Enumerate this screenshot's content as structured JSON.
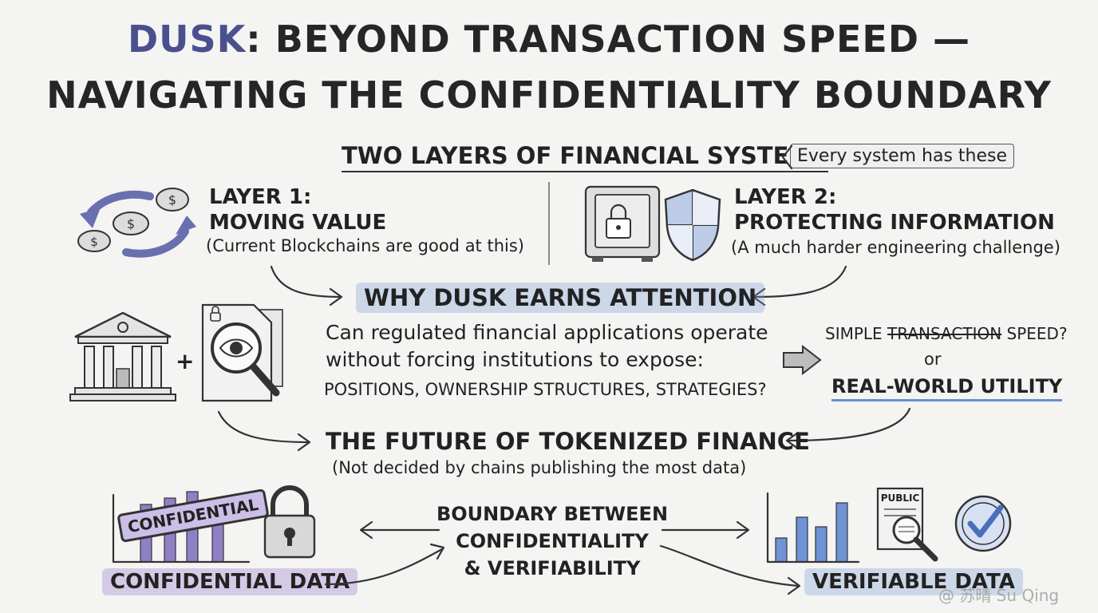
{
  "title": {
    "brand": "DUSK",
    "rest_line1": ": BEYOND TRANSACTION SPEED —",
    "line2": "NAVIGATING THE CONFIDENTIALITY BOUNDARY"
  },
  "section_header": "TWO LAYERS OF FINANCIAL SYSTEMS",
  "section_tag": "Every system has these",
  "layer1": {
    "heading1": "LAYER 1:",
    "heading2": "MOVING VALUE",
    "note": "(Current Blockchains are good at this)"
  },
  "layer2": {
    "heading1": "LAYER 2:",
    "heading2": "PROTECTING INFORMATION",
    "note": "(A much harder engineering challenge)"
  },
  "why": {
    "heading": "WHY DUSK EARNS ATTENTION",
    "line1": "Can regulated financial applications operate",
    "line2": "without forcing institutions to expose:",
    "line3": "POSITIONS, OWNERSHIP STRUCTURES, STRATEGIES?"
  },
  "plus_sign": "+",
  "choice": {
    "option1_prefix": "SIMPLE ",
    "option1_struck": "TRANSACTION",
    "option1_suffix": " SPEED?",
    "or": "or",
    "option2": "REAL-WORLD UTILITY"
  },
  "future": {
    "heading": "THE FUTURE OF TOKENIZED FINANCE",
    "note": "(Not decided by chains publishing the most data)"
  },
  "boundary": {
    "line1": "BOUNDARY BETWEEN",
    "line2": "CONFIDENTIALITY",
    "line3": "& VERIFIABILITY"
  },
  "confidential": {
    "stamp": "CONFIDENTIAL",
    "label": "CONFIDENTIAL DATA"
  },
  "verifiable": {
    "doc_label": "PUBLIC",
    "label": "VERIFIABLE DATA"
  },
  "watermark": "@ 苏晴 Su Qing",
  "colors": {
    "brand": "#4a4f8e",
    "highlight_blue": "#82a0d7",
    "highlight_purple": "#af96d7",
    "ink": "#333333"
  },
  "icons": [
    "swap-arrows-icon",
    "coins-icon",
    "safe-icon",
    "shield-icon",
    "bank-icon",
    "document-magnifier-icon",
    "arrow-right-icon",
    "bar-chart-icon",
    "padlock-icon",
    "public-document-icon",
    "check-circle-icon"
  ]
}
